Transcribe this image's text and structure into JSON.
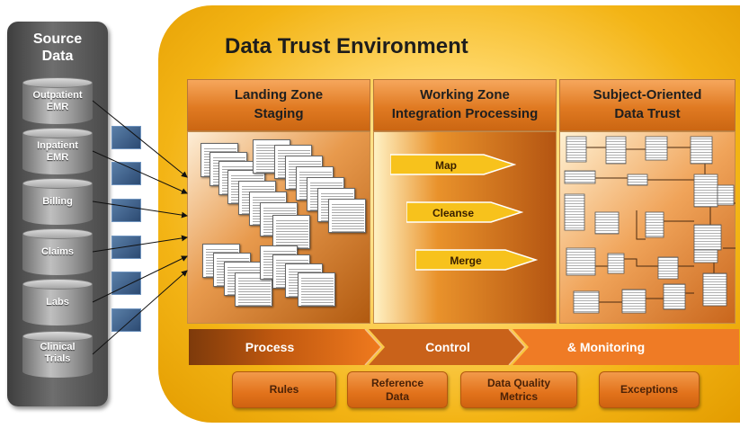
{
  "source": {
    "title_line1": "Source",
    "title_line2": "Data",
    "items": [
      {
        "line1": "Outpatient",
        "line2": "EMR"
      },
      {
        "line1": "Inpatient",
        "line2": "EMR"
      },
      {
        "line1": "Billing",
        "line2": ""
      },
      {
        "line1": "Claims",
        "line2": ""
      },
      {
        "line1": "Labs",
        "line2": ""
      },
      {
        "line1": "Clinical",
        "line2": "Trials"
      }
    ]
  },
  "environment": {
    "title": "Data Trust Environment",
    "zones": [
      {
        "line1": "Landing Zone",
        "line2": "Staging"
      },
      {
        "line1": "Working Zone",
        "line2": "Integration Processing"
      },
      {
        "line1": "Subject-Oriented",
        "line2": "Data Trust"
      }
    ],
    "steps": [
      "Map",
      "Cleanse",
      "Merge"
    ]
  },
  "process_bar": [
    "Process",
    "Control",
    "& Monitoring"
  ],
  "boxes": [
    {
      "line1": "Rules",
      "line2": ""
    },
    {
      "line1": "Reference",
      "line2": "Data"
    },
    {
      "line1": "Data Quality",
      "line2": "Metrics"
    },
    {
      "line1": "Exceptions",
      "line2": ""
    }
  ],
  "colors": {
    "panel_gold": "#f3b415",
    "orange": "#e2721b",
    "connector_blue": "#2c4a72",
    "source_gray": "#5a5a5a"
  }
}
